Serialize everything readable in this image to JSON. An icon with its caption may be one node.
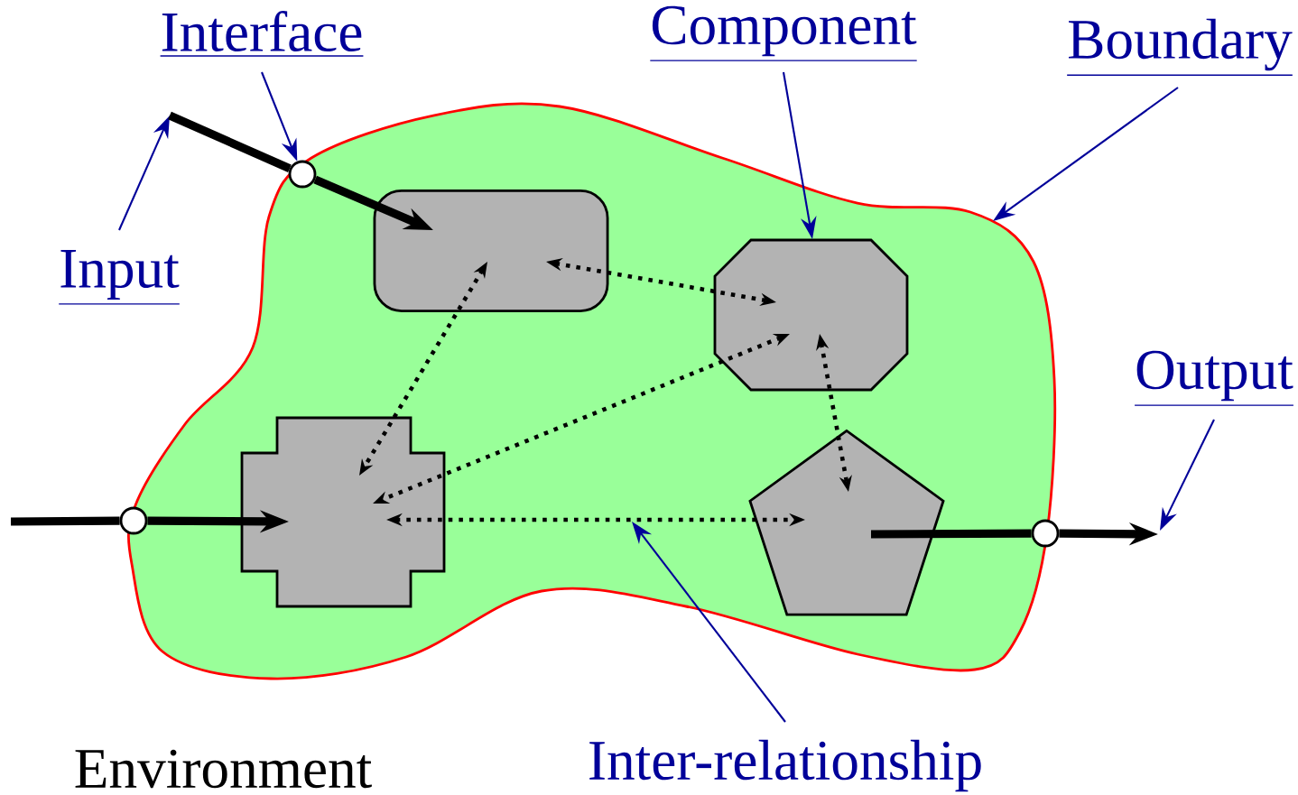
{
  "diagram": {
    "nodes": [
      {
        "text": [
          "Interface"
        ]
      },
      {
        "text": [
          "Component"
        ]
      },
      {
        "text": [
          "Boundary"
        ]
      },
      {
        "text": [
          "Input"
        ]
      },
      {
        "text": [
          "Output"
        ]
      },
      {
        "text": [
          "Inter-relationship"
        ]
      },
      {
        "text": [],
        "shape": "cloud"
      },
      {
        "text": [],
        "shape": "circle",
        "in": 6
      },
      {
        "text": [],
        "shape": "box",
        "in": 6
      },
      {
        "text": [],
        "shape": "octagon",
        "in": 6
      },
      {
        "text": [],
        "shape": "cross",
        "in": 6
      },
      {
        "text": [],
        "shape": "pentagon",
        "in": 6
      },
      {
        "text": [],
        "shape": "circle"
      },
      {
        "text": [],
        "shape": "circle",
        "in": 6
      }
    ],
    "edges": [
      {
        "from": 0,
        "to": 7,
        "arrow": "to",
        "color": "#000099"
      },
      {
        "from": 1,
        "to": 9,
        "arrow": "to",
        "color": "#000099"
      },
      {
        "from": 2,
        "to": 6,
        "arrow": "to",
        "color": "#000099"
      },
      {
        "from": 3,
        "to": null,
        "arrow": "to",
        "color": "#000099"
      },
      {
        "from": 4,
        "to": null,
        "arrow": "to",
        "color": "#000099"
      },
      {
        "from": 5,
        "to": null,
        "arrow": "to",
        "color": "#000099"
      },
      {
        "from": null,
        "to": 7,
        "arrow": "none",
        "style": "thick"
      },
      {
        "from": 7,
        "to": 8,
        "arrow": "to",
        "style": "thick"
      },
      {
        "from": null,
        "to": 12,
        "arrow": "none",
        "style": "thick"
      },
      {
        "from": 12,
        "to": 10,
        "arrow": "to",
        "style": "thick"
      },
      {
        "from": 11,
        "to": 13,
        "arrow": "none",
        "style": "thick"
      },
      {
        "from": 13,
        "to": null,
        "arrow": "to",
        "style": "thick"
      },
      {
        "from": 8,
        "to": 9,
        "arrow": "both",
        "style": "dashed"
      },
      {
        "from": 8,
        "to": 10,
        "arrow": "both",
        "style": "dashed"
      },
      {
        "from": 9,
        "to": 10,
        "arrow": "both",
        "style": "dashed"
      },
      {
        "from": 9,
        "to": 11,
        "arrow": "both",
        "style": "dashed"
      },
      {
        "from": 10,
        "to": 11,
        "arrow": "both",
        "style": "dashed"
      }
    ],
    "labels": [
      "Environment"
    ]
  }
}
